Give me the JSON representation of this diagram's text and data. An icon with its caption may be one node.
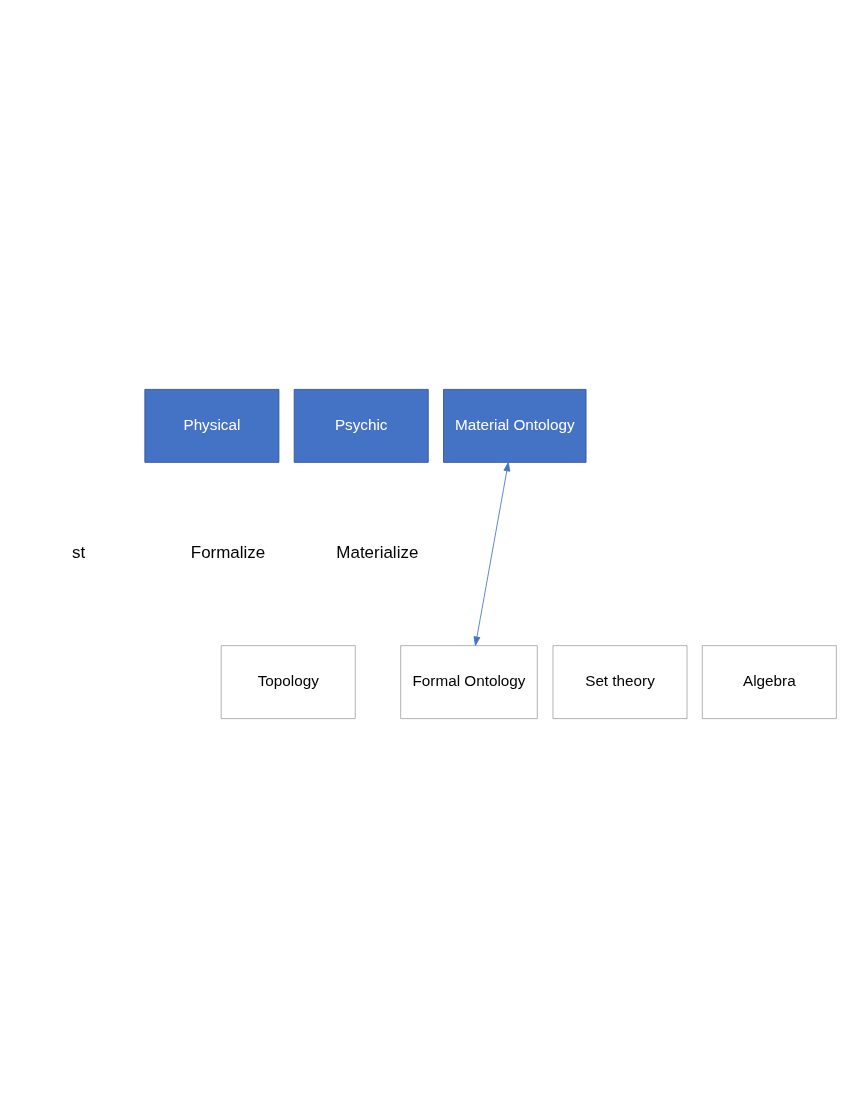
{
  "diagram": {
    "nodes": [
      {
        "text": [
          "Physical"
        ]
      },
      {
        "text": [
          "Psychic"
        ]
      },
      {
        "text": [
          "Material Ontology"
        ]
      },
      {
        "text": [
          "Topology"
        ]
      },
      {
        "text": [
          "Formal Ontology"
        ]
      },
      {
        "text": [
          "Set theory"
        ]
      },
      {
        "text": [
          "Algebra"
        ]
      }
    ],
    "edges": [
      {
        "from": 2,
        "to": 4,
        "arrow": "both",
        "color": "#4472c4"
      }
    ],
    "labels": [
      "st",
      "Formalize",
      "Materialize"
    ]
  }
}
